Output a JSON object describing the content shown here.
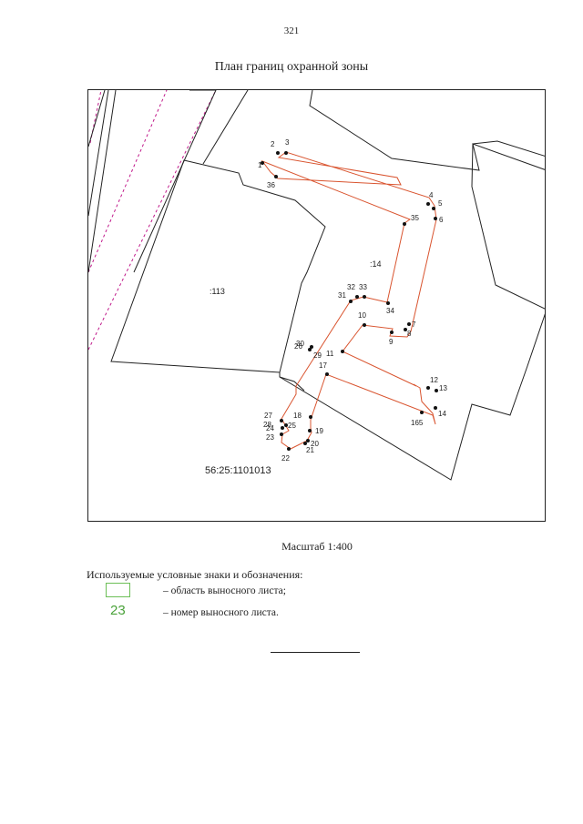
{
  "page_number": "321",
  "title": "План границ охранной зоны",
  "map": {
    "parcel_labels": [
      ":113",
      ":14"
    ],
    "cadastral_quarter": "56:25:1101013",
    "point_labels": [
      "1",
      "2",
      "3",
      "4",
      "5",
      "6",
      "7",
      "8",
      "9",
      "10",
      "11",
      "12",
      "13",
      "14",
      "165",
      "17",
      "18",
      "19",
      "20",
      "21",
      "22",
      "23",
      "24",
      "25",
      "26",
      "27",
      "28",
      "29",
      "30",
      "31",
      "32",
      "33",
      "34",
      "35",
      "36"
    ],
    "zone_color": "#d9542f",
    "building_color": "#222222",
    "pipeline_color": "#c0188a"
  },
  "scale_text": "Масштаб 1:400",
  "legend": {
    "heading": "Используемые условные знаки и обозначения:",
    "items": [
      {
        "symbol": "",
        "text": "– область выносного листа;"
      },
      {
        "symbol": "23",
        "text": "– номер выносного листа."
      }
    ],
    "color": "#6cbf57"
  }
}
